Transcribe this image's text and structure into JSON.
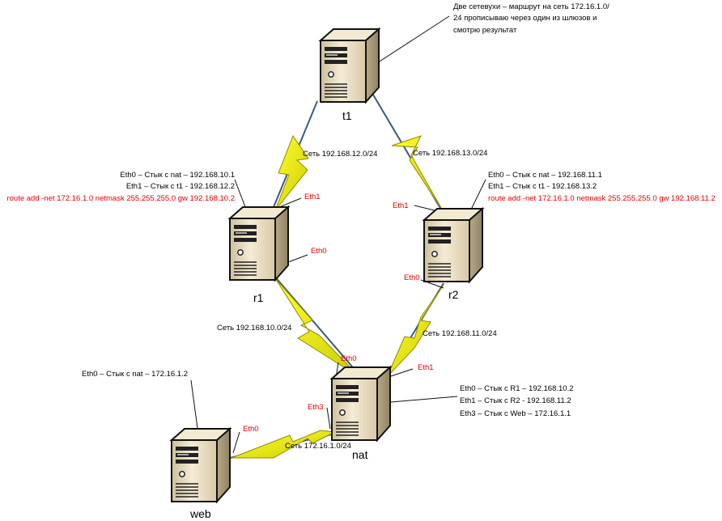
{
  "annotation_lines": [
    "Две сетевухи – маршрут на сеть 172.16.1.0/",
    "24 прописываю через один из шлюзов и",
    "смотрю результат"
  ],
  "nodes": {
    "t1": {
      "label": "t1"
    },
    "r1": {
      "label": "r1"
    },
    "r2": {
      "label": "r2"
    },
    "nat": {
      "label": "nat"
    },
    "web": {
      "label": "web"
    }
  },
  "links": {
    "t1_r1": "Сеть 192.168.12.0/24",
    "t1_r2": "Сеть 192.168.13.0/24",
    "r1_nat": "Сеть 192.168.10.0/24",
    "r2_nat": "Сеть 192.168.11.0/24",
    "nat_web": "Сеть 172.16.1.0/24"
  },
  "interfaces": {
    "r1_eth1": "Eth1",
    "r1_eth0": "Eth0",
    "r2_eth1": "Eth1",
    "r2_eth0": "Eth0",
    "nat_eth0": "Eth0",
    "nat_eth1": "Eth1",
    "nat_eth3": "Eth3",
    "web_eth0": "Eth0"
  },
  "configs": {
    "r1": {
      "lines": [
        "Eth0 – Стык с nat – 192.168.10.1",
        "Eth1 – Стык с t1 - 192.168.12.2"
      ],
      "route": "route add -net 172.16.1.0 netmask 255.255.255.0 gw 192.168.10.2"
    },
    "r2": {
      "lines": [
        "Eth0 – Стык с nat – 192.168.11.1",
        "Eth1 – Стык с t1 - 192.168.13.2"
      ],
      "route": "route add -net 172.16.1.0 netmask 255.255.255.0 gw 192.168.11.2"
    },
    "nat": {
      "lines": [
        "Eth0 – Стык с R1 – 192.168.10.2",
        "Eth1 – Стык с R2 - 192.168.11.2",
        "Eth3 – Стык с Web – 172.16.1.1"
      ]
    },
    "web": {
      "lines": [
        "Eth0 – Стык с nat – 172.16.1.2"
      ]
    }
  },
  "colors": {
    "route_text": "#e60000",
    "link_line": "#3f5a7a",
    "bolt_fill": "#f2f200",
    "server_face": "#e8dcc0",
    "server_dark": "#111111"
  },
  "icons": [
    "server-icon",
    "lightning-link-icon"
  ]
}
